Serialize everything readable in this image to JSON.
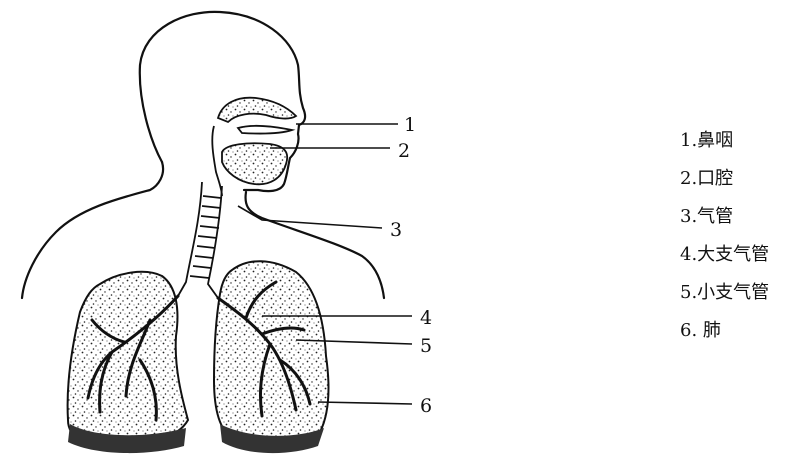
{
  "diagram": {
    "callout_numbers": [
      "1",
      "2",
      "3",
      "4",
      "5",
      "6"
    ]
  },
  "legend": {
    "items": [
      {
        "label": "1.鼻咽"
      },
      {
        "label": "2.口腔"
      },
      {
        "label": "3.气管"
      },
      {
        "label": "4.大支气管"
      },
      {
        "label": "5.小支气管"
      },
      {
        "label": "6. 肺"
      }
    ]
  }
}
